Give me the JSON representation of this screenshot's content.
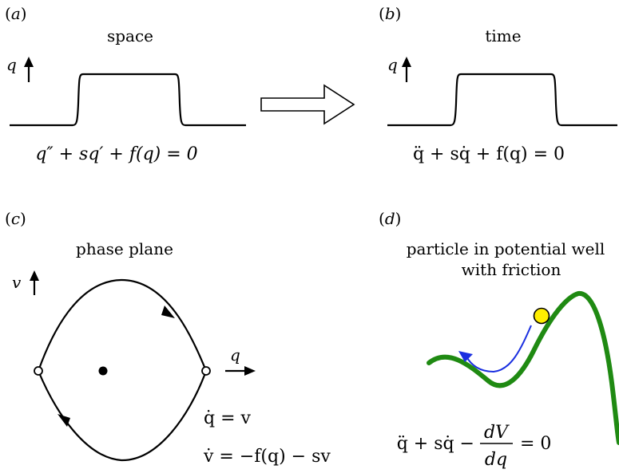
{
  "panels": {
    "a": {
      "label": "(a)",
      "title": "space",
      "axis_label": "q",
      "equation": "q″ + sq′ + f(q) = 0"
    },
    "b": {
      "label": "(b)",
      "title": "time",
      "axis_label": "q",
      "equation": "q̈ + sq̇ + f(q) = 0"
    },
    "c": {
      "label": "(c)",
      "title": "phase plane",
      "axis_v": "v",
      "axis_q": "q",
      "eq1": "q̇ = v",
      "eq2": "v̇ = −f(q) − sv"
    },
    "d": {
      "title_line1": "particle in potential well",
      "title_line2": "with friction",
      "label": "(d)",
      "eq_left": "q̈ + sq̇ −",
      "eq_num": "dV",
      "eq_den": "dq",
      "eq_right": "= 0"
    }
  },
  "colors": {
    "curve": "#000000",
    "potential": "#1f8a12",
    "ball_fill": "#ffee00",
    "ball_stroke": "#000000",
    "motion_arrow": "#1a2fe0"
  }
}
